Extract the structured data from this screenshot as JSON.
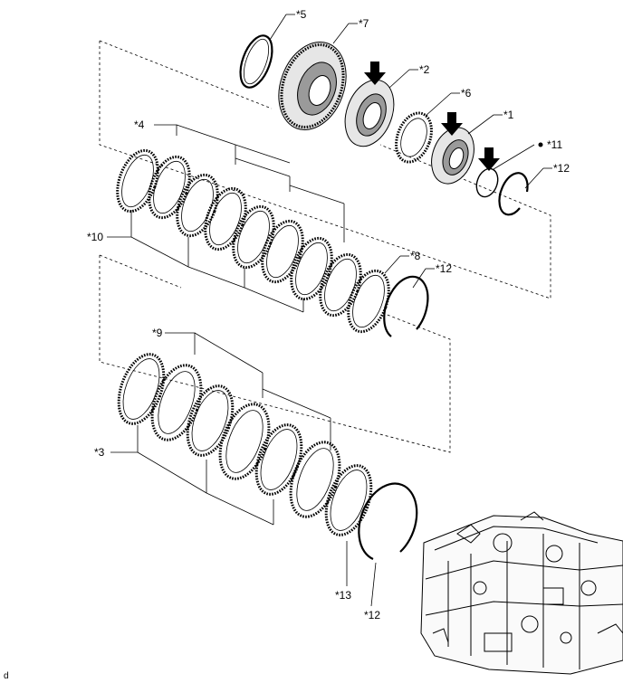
{
  "diagram": {
    "labels": {
      "l5": "*5",
      "l7": "*7",
      "l2": "*2",
      "l6": "*6",
      "l1": "*1",
      "l11": "*11",
      "l12a": "*12",
      "l4": "*4",
      "l10": "*10",
      "l8": "*8",
      "l12b": "*12",
      "l9": "*9",
      "l3": "*3",
      "l13": "*13",
      "l12c": "*12",
      "corner": "d"
    },
    "icons": [
      "install-arrow-icon",
      "new-part-dot-icon",
      "transaxle-case-icon"
    ]
  }
}
